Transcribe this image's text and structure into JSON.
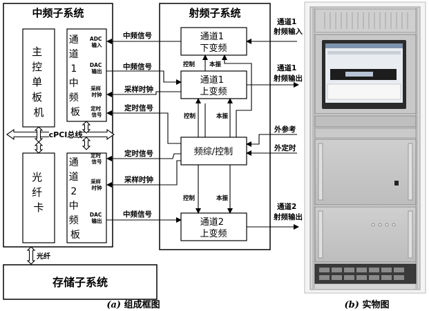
{
  "diagram": {
    "if_subsystem": {
      "title": "中频子系统",
      "main_board": [
        "主",
        "控",
        "单",
        "板",
        "机"
      ],
      "fiber_card": [
        "光",
        "纤",
        "卡"
      ],
      "ch1_if_board": [
        "通",
        "道",
        "1",
        "中",
        "频",
        "板"
      ],
      "ch2_if_board": [
        "通",
        "道",
        "2",
        "中",
        "频",
        "板"
      ],
      "ch1_ports": {
        "adc": [
          "ADC",
          "输入"
        ],
        "dac": [
          "DAC",
          "输出"
        ],
        "sample_clk": [
          "采样",
          "时钟"
        ],
        "timing": [
          "定时",
          "信号"
        ]
      },
      "ch2_ports": {
        "timing": [
          "定时",
          "信号"
        ],
        "sample_clk": [
          "采样",
          "时钟"
        ],
        "dac": [
          "DAC",
          "输出"
        ]
      },
      "bus_label": "cPCI总线",
      "fiber_label": "光纤"
    },
    "rf_subsystem": {
      "title": "射频子系统",
      "ch1_down": [
        "通道1",
        "下变频"
      ],
      "ch1_up": [
        "通道1",
        "上变频"
      ],
      "synth": "频综/控制",
      "ch2_up": [
        "通道2",
        "上变频"
      ]
    },
    "signals": {
      "if_signal": "中频信号",
      "sample_clock": "采样时钟",
      "timing_signal": "定时信号",
      "control": "控制",
      "local_osc": "本振"
    },
    "external": {
      "ch1_rf_in": [
        "通道1",
        "射频输入"
      ],
      "ch1_rf_out": [
        "通道1",
        "射频输出"
      ],
      "ext_ref": "外参考",
      "ext_timing": "外定时",
      "ch2_rf_out": [
        "通道2",
        "射频输出"
      ]
    },
    "storage": "存储子系统",
    "captions": {
      "a": {
        "letter": "(a)",
        "text": " 组成框图"
      },
      "b": {
        "letter": "(b)",
        "text": " 实物图"
      }
    }
  }
}
